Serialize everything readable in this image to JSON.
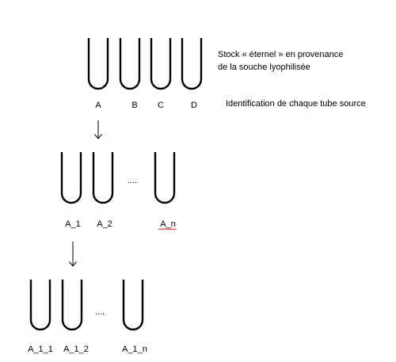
{
  "captions": {
    "stock_line1": "Stock « éternel » en provenance",
    "stock_line2": "de la souche lyophilisée",
    "identification": "Identification de chaque tube source"
  },
  "rows": [
    {
      "labels": [
        "A",
        "B",
        "C",
        "D"
      ],
      "ellipsis": ""
    },
    {
      "labels": [
        "A_1",
        "A_2",
        "A_n"
      ],
      "ellipsis": "...."
    },
    {
      "labels": [
        "A_1_1",
        "A_1_2",
        "A_1_n"
      ],
      "ellipsis": "...."
    }
  ],
  "spellcheck_color": "#e8302a"
}
